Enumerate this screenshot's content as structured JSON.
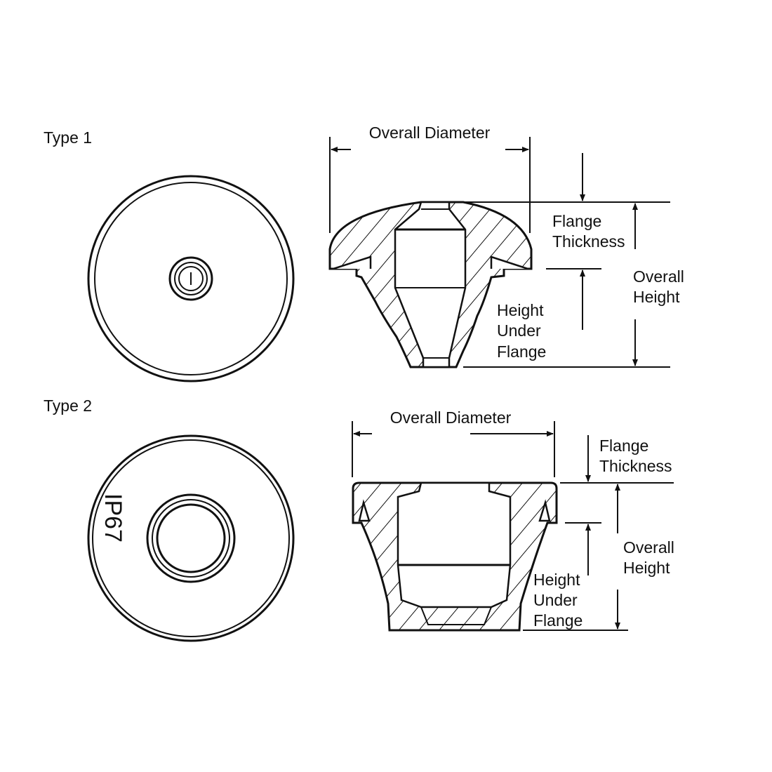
{
  "type1": {
    "label": "Type 1",
    "overall_diameter": "Overall Diameter",
    "flange_thickness": [
      "Flange",
      "Thickness"
    ],
    "overall_height": [
      "Overall",
      "Height"
    ],
    "height_under_flange": [
      "Height",
      "Under",
      "Flange"
    ]
  },
  "type2": {
    "label": "Type 2",
    "marking": "IP67",
    "overall_diameter": "Overall Diameter",
    "flange_thickness": [
      "Flange",
      "Thickness"
    ],
    "overall_height": [
      "Overall",
      "Height"
    ],
    "height_under_flange": [
      "Height",
      "Under",
      "Flange"
    ]
  }
}
